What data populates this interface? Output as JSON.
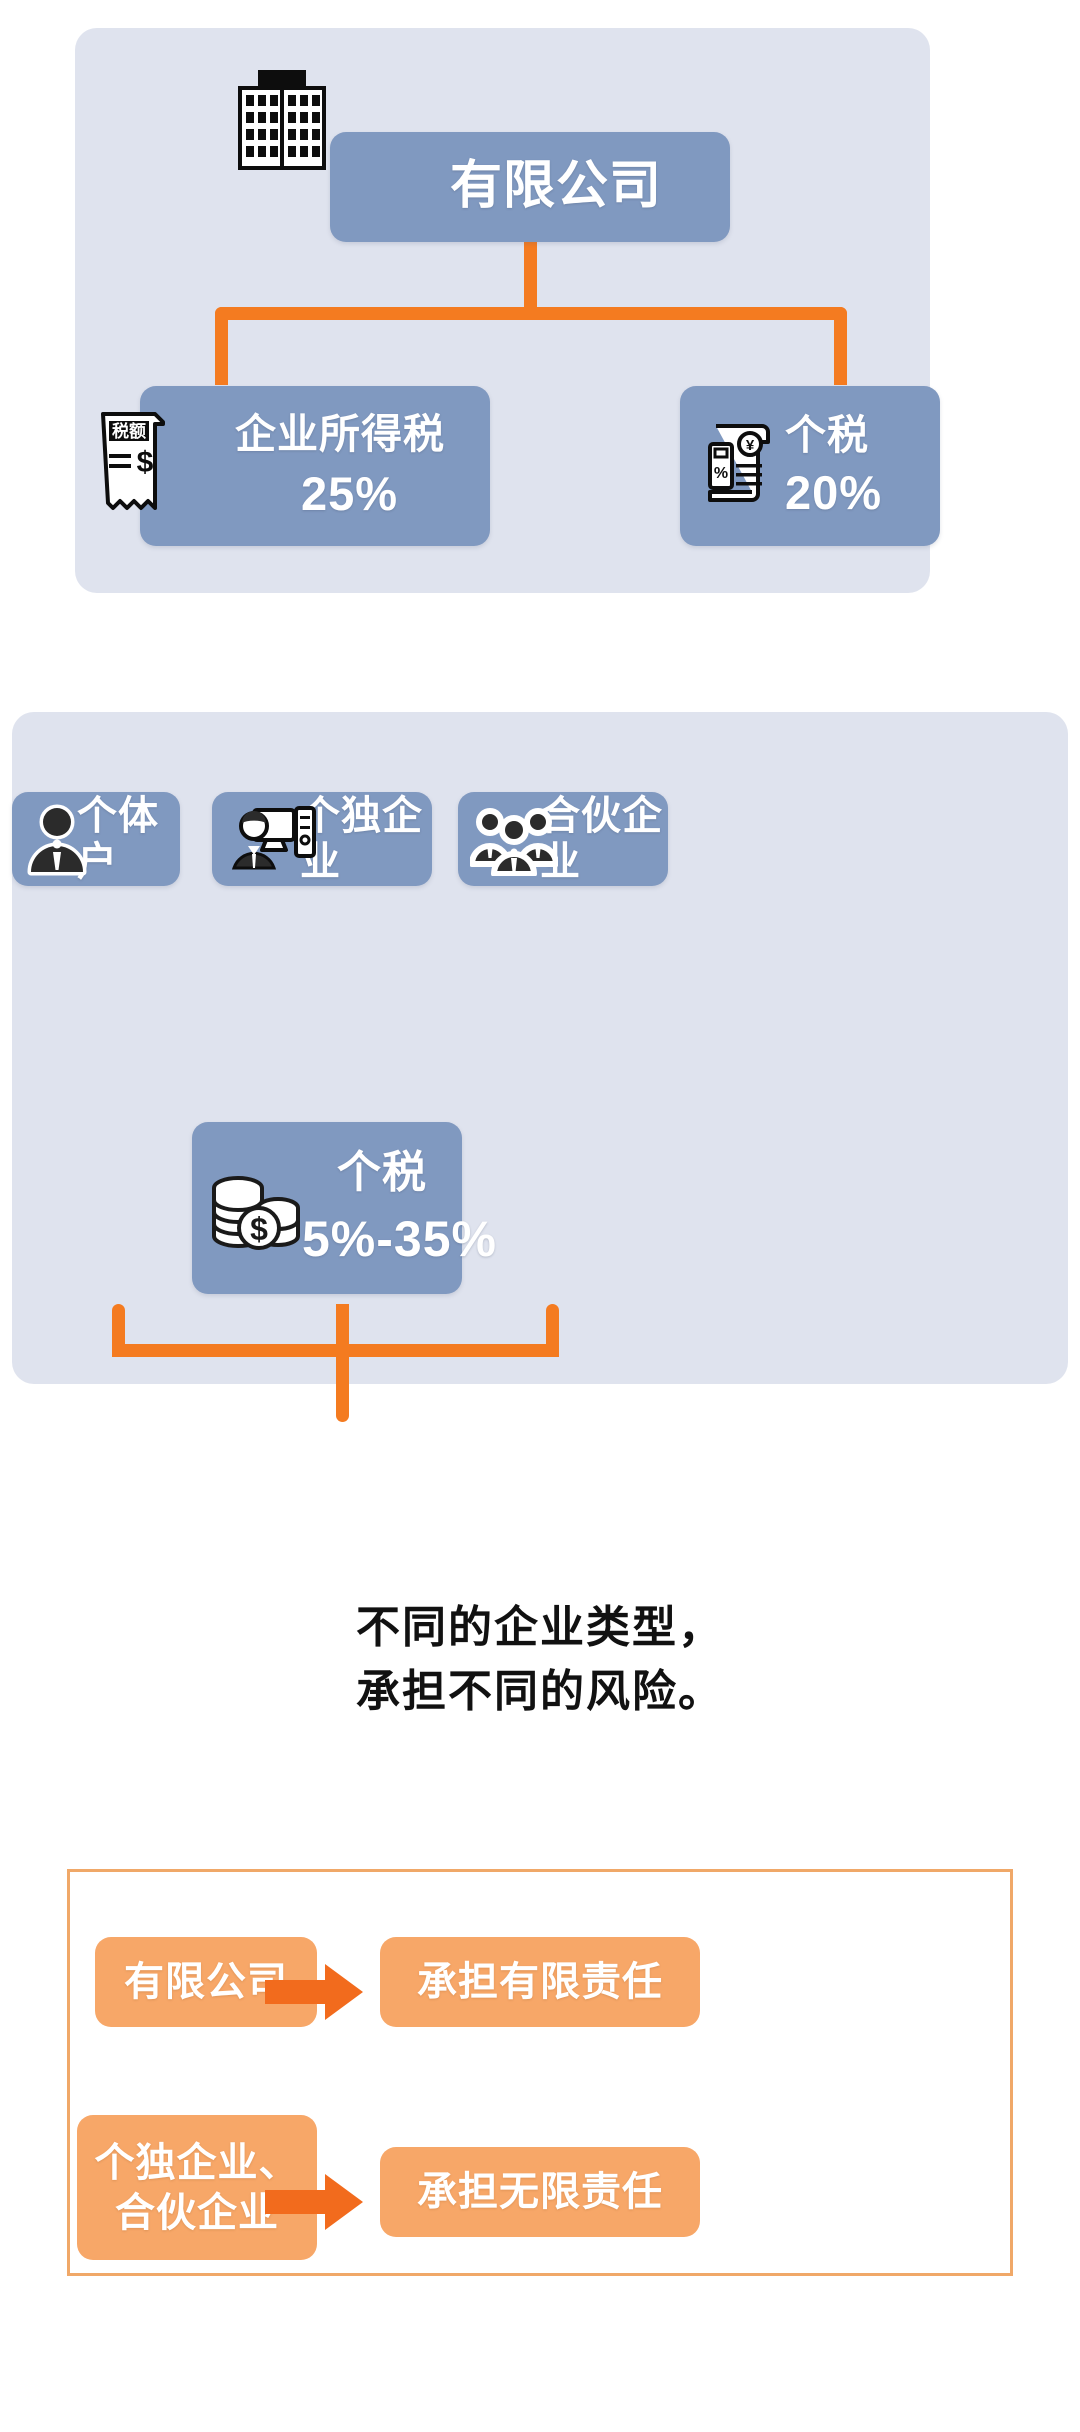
{
  "panel_one": {
    "name": "limited-company-tax-structure",
    "parent": {
      "label": "有限公司",
      "icon": "office-building-icon"
    },
    "children": [
      {
        "label": "企业所得税",
        "rate": "25%",
        "icon": "tax-receipt-icon"
      },
      {
        "label": "个税",
        "rate": "20%",
        "icon": "tax-document-percent-icon"
      }
    ]
  },
  "panel_two": {
    "name": "unincorporated-entity-tax-structure",
    "entities": [
      {
        "label": "个体户",
        "icon": "single-person-icon"
      },
      {
        "label": "个独企业",
        "icon": "businessman-computer-icon"
      },
      {
        "label": "合伙企业",
        "icon": "three-people-group-icon"
      }
    ],
    "result": {
      "label": "个税",
      "rate": "5%-35%",
      "icon": "coin-stack-dollar-icon"
    }
  },
  "caption": {
    "line1": "不同的企业类型，",
    "line2": "承担不同的风险。"
  },
  "liability_box": {
    "name": "liability-comparison",
    "rows": [
      {
        "source": "有限公司",
        "arrow": "right-arrow-icon",
        "result": "承担有限责任"
      },
      {
        "source": "个独企业、\n合伙企业",
        "arrow": "right-arrow-icon",
        "result": "承担无限责任"
      }
    ],
    "row2_source_line1": "个独企业、",
    "row2_source_line2": "合伙企业"
  },
  "colors": {
    "panel_background": "#dfe3ee",
    "chip_blue": "#8099c0",
    "connector_orange": "#f47b20",
    "box_orange_fill": "#f7a768",
    "box_orange_border": "#f0a868",
    "text_white": "#ffffff",
    "caption_black": "#111111",
    "page_background": "#ffffff"
  }
}
